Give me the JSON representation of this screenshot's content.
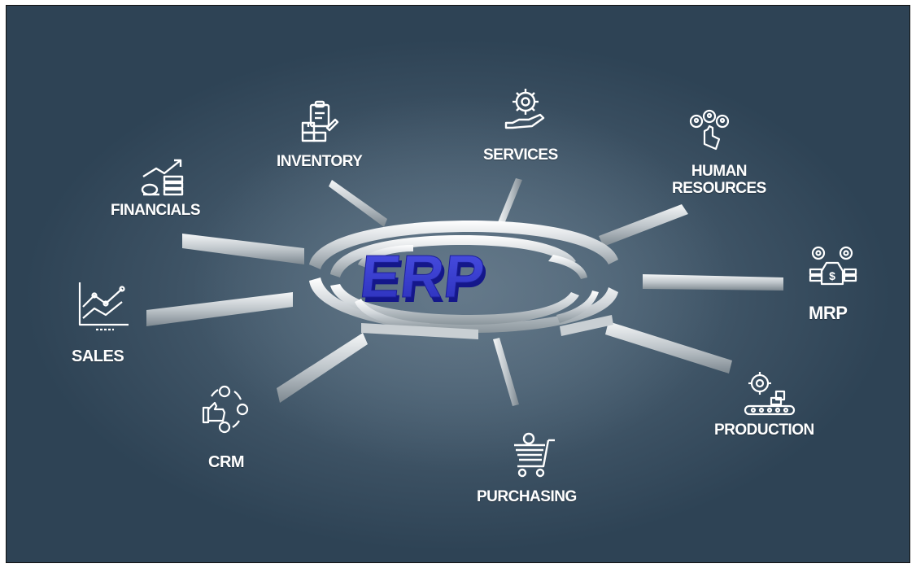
{
  "center": {
    "title": "ERP",
    "color": "#2f34c8"
  },
  "modules": {
    "inventory": {
      "label": "INVENTORY",
      "icon": "clipboard-boxes-icon"
    },
    "services": {
      "label": "SERVICES",
      "icon": "gear-hand-icon"
    },
    "human_resources": {
      "label_line1": "HUMAN",
      "label_line2": "RESOURCES",
      "icon": "people-network-icon"
    },
    "financials": {
      "label": "FINANCIALS",
      "icon": "growth-chart-coins-icon"
    },
    "mrp": {
      "label": "MRP",
      "icon": "gears-money-icon"
    },
    "sales": {
      "label": "SALES",
      "icon": "line-chart-icon"
    },
    "production": {
      "label": "PRODUCTION",
      "icon": "gear-conveyor-icon"
    },
    "crm": {
      "label": "CRM",
      "icon": "thumbs-up-cycle-icon"
    },
    "purchasing": {
      "label": "PURCHASING",
      "icon": "shopping-cart-icon"
    }
  },
  "colors": {
    "background": "#3e5366",
    "text": "#ffffff",
    "ring": "#d9dde0",
    "erp_blue": "#2f34c8"
  }
}
